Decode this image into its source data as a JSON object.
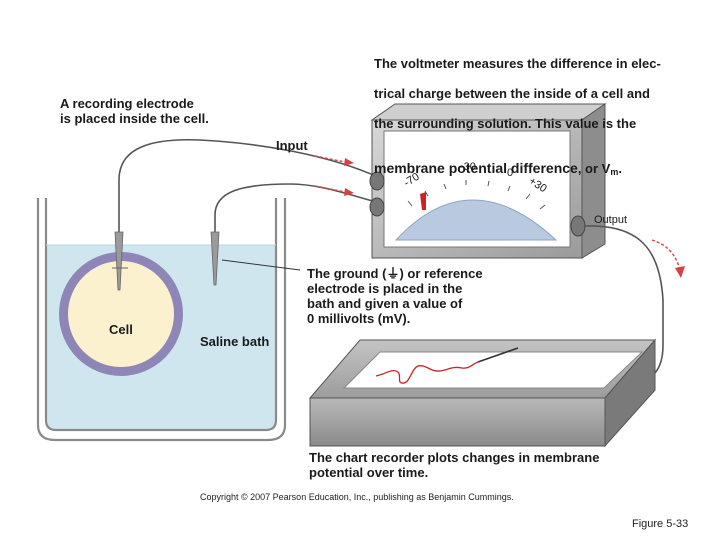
{
  "voltmeter_caption_lines": [
    "The voltmeter measures the difference in elec-",
    "trical charge between the inside of a cell and",
    "the surrounding solution. This value is the"
  ],
  "voltmeter_caption_bold_term": "membrane potential difference",
  "voltmeter_caption_suffix": ", or V",
  "voltmeter_caption_subscript": "m",
  "voltmeter_caption_end": ".",
  "recording_electrode_label": "A recording electrode\nis placed inside the cell.",
  "input_label": "Input",
  "output_label": "Output",
  "meter_scale": [
    "-70",
    "-30",
    "0",
    "+30"
  ],
  "ground_label_prefix": "The ground (",
  "ground_symbol": "⏚",
  "ground_label_rest": ") or reference\nelectrode is placed in the\nbath and given a value of\n0 millivolts (mV).",
  "cell_label": "Cell",
  "saline_label": "Saline bath",
  "chart_recorder_caption": "The chart recorder plots changes in membrane\npotential over time.",
  "copyright": "Copyright © 2007 Pearson Education, Inc., publishing as Benjamin Cummings.",
  "figure_label": "Figure 5-33",
  "colors": {
    "water": "#cfe6ef",
    "membrane": "#8f86b8",
    "cytoplasm": "#fbf1cf",
    "meter_face": "#b9c9df",
    "needle": "#cc2222",
    "signal_arrow": "#d84040",
    "trace": "#cc2222"
  }
}
